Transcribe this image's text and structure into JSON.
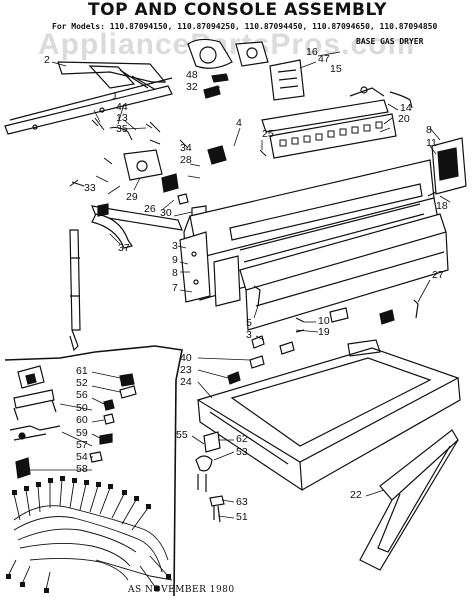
{
  "title": "TOP AND CONSOLE ASSEMBLY",
  "models": "For Models: 110.87094150, 110.87094250, 110.87094450, 110.87094650, 110.87094850",
  "watermark": "AppliancePartsPros.com",
  "product_type": "BASE GAS DRYER",
  "footer": "AS NOVEMBER 1980",
  "part_numbers": [
    "2",
    "16",
    "47",
    "48",
    "32",
    "15",
    "14",
    "1",
    "44",
    "13",
    "35",
    "4",
    "25",
    "34",
    "28",
    "20",
    "8",
    "11",
    "33",
    "29",
    "26",
    "30",
    "18",
    "9",
    "3",
    "37",
    "8",
    "7",
    "27",
    "5",
    "10",
    "3",
    "19",
    "61",
    "52",
    "56",
    "50",
    "60",
    "59",
    "57",
    "54",
    "58",
    "40",
    "23",
    "24",
    "55",
    "62",
    "53",
    "63",
    "51",
    "22"
  ]
}
